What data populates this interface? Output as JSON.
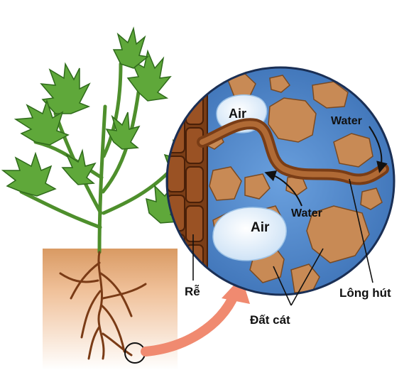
{
  "labels": {
    "air_top": "Air",
    "air_bottom": "Air",
    "water_top": "Water",
    "water_bottom": "Water",
    "root": "Rễ",
    "root_hair": "Lông hút",
    "sandy_soil": "Đất cát"
  },
  "colors": {
    "soil_blue": "#5a8fd0",
    "air_pocket": "#eaf3fb",
    "root_brown": "#8b4a1f",
    "soil_particle": "#c88a55",
    "ground": "#f2c9a0",
    "leaf_green": "#5fa83a",
    "arrow_salmon": "#f08a70"
  }
}
